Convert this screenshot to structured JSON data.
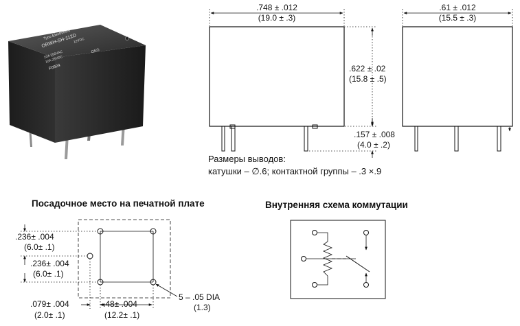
{
  "photo": {
    "brand_text": "Tyco Electronics",
    "model_text": "ORWH-SH-112D",
    "coil_text": "12VDC",
    "rating_text_1": "10A 250VAC",
    "rating_text_2": "10A 28VDC",
    "date_code": "F0924",
    "country_text": "OEG"
  },
  "front_view": {
    "width_in": ".748 ± .012",
    "width_mm": "(19.0 ± .3)",
    "height_in": ".622 ± .02",
    "height_mm": "(15.8 ± .5)",
    "pin_in": ".157 ± .008",
    "pin_mm": "(4.0 ± .2)"
  },
  "side_view": {
    "width_in": ".61 ± .012",
    "width_mm": "(15.5 ± .3)"
  },
  "pin_note": {
    "line1": "Размеры выводов:",
    "line2": "катушки – ∅.6; контактной группы – .3 ×.9"
  },
  "footprint": {
    "heading": "Посадочное место на печатной плате",
    "d1_in": ".236± .004",
    "d1_mm": "(6.0± .1)",
    "d2_in": ".236± .004",
    "d2_mm": "(6.0± .1)",
    "d3_in": ".079± .004",
    "d3_mm": "(2.0± .1)",
    "d4_in": ".48± .004",
    "d4_mm": "(12.2± .1)",
    "hole_label": "5 – .05 DIA",
    "hole_mm": "(1.3)"
  },
  "schematic": {
    "heading": "Внутренняя схема коммутации"
  }
}
